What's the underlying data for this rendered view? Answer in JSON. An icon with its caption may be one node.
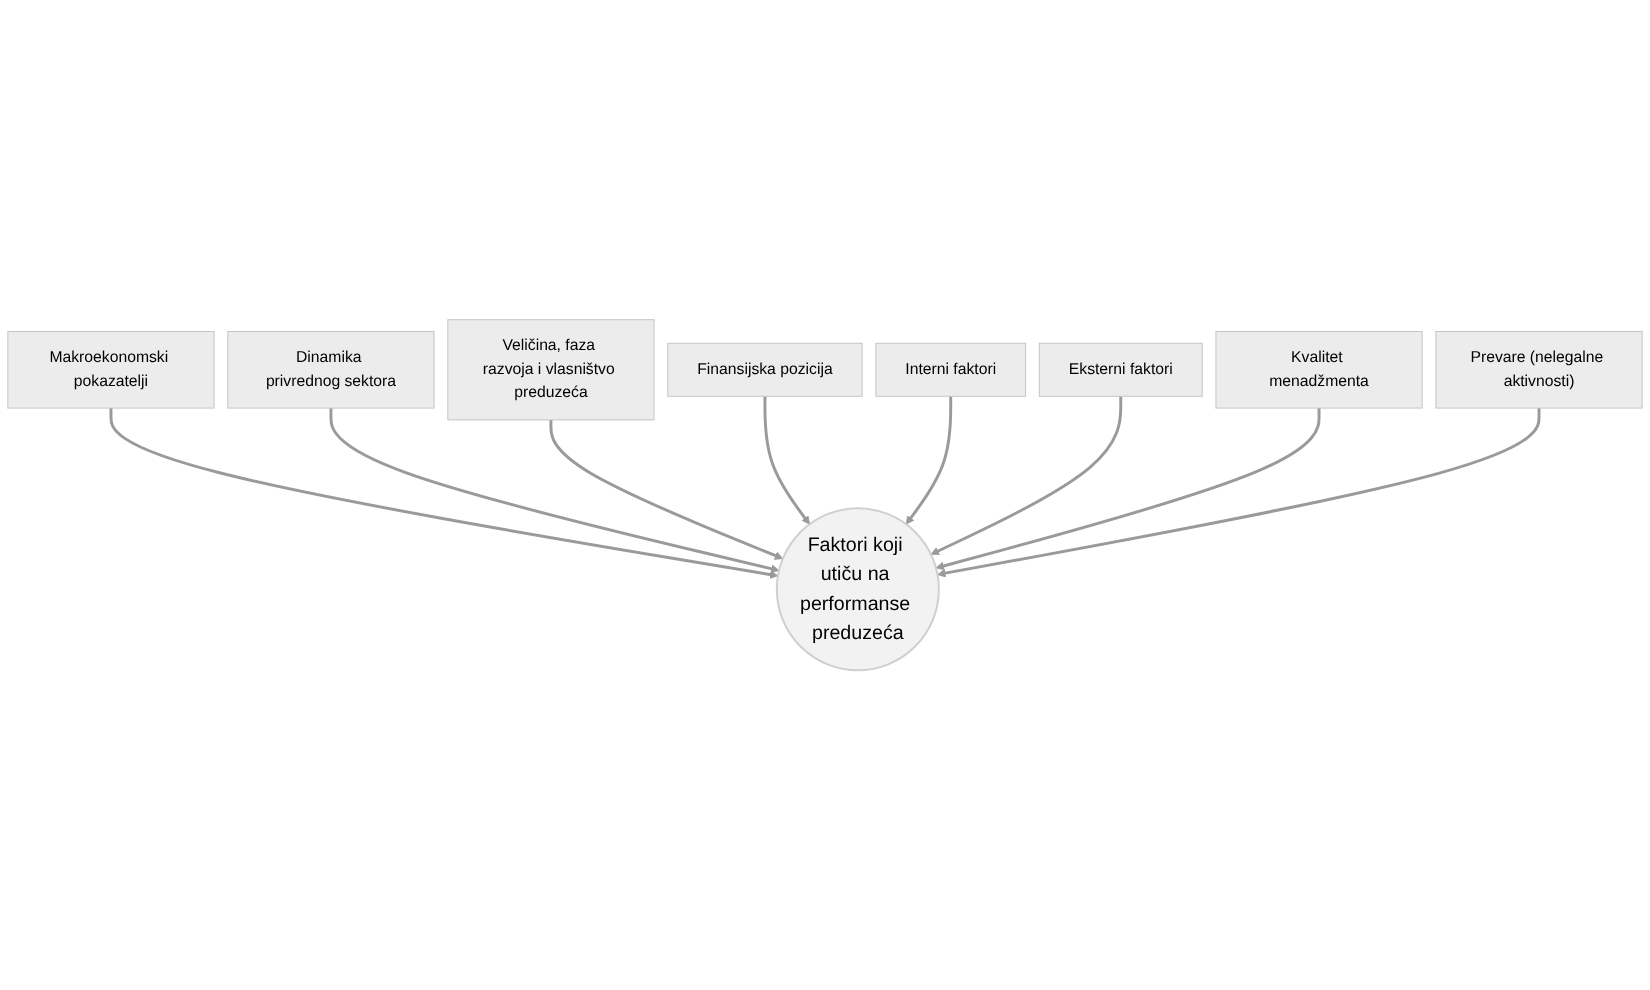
{
  "diagram": {
    "nodes": [
      {
        "text": [
          "Makroekonomski pokazatelji"
        ]
      },
      {
        "text": [
          "Dinamika privrednog sektora"
        ]
      },
      {
        "text": [
          "Veličina, faza razvoja i vlasništvo preduzeća"
        ]
      },
      {
        "text": [
          "Finansijska pozicija"
        ]
      },
      {
        "text": [
          "Interni faktori"
        ]
      },
      {
        "text": [
          "Eksterni faktori"
        ]
      },
      {
        "text": [
          "Kvalitet menadžmenta"
        ]
      },
      {
        "text": [
          "Prevare (nelegalne aktivnosti)"
        ]
      },
      {
        "text": [
          "Faktori koji utiču na performanse preduzeća"
        ]
      }
    ],
    "edges": [
      {
        "from": 0,
        "to": 8,
        "arrow": "to"
      },
      {
        "from": 1,
        "to": 8,
        "arrow": "to"
      },
      {
        "from": 2,
        "to": 8,
        "arrow": "to"
      },
      {
        "from": 3,
        "to": 8,
        "arrow": "to"
      },
      {
        "from": 4,
        "to": 8,
        "arrow": "to"
      },
      {
        "from": 5,
        "to": 8,
        "arrow": "to"
      },
      {
        "from": 6,
        "to": 8,
        "arrow": "to"
      },
      {
        "from": 7,
        "to": 8,
        "arrow": "to"
      }
    ]
  }
}
